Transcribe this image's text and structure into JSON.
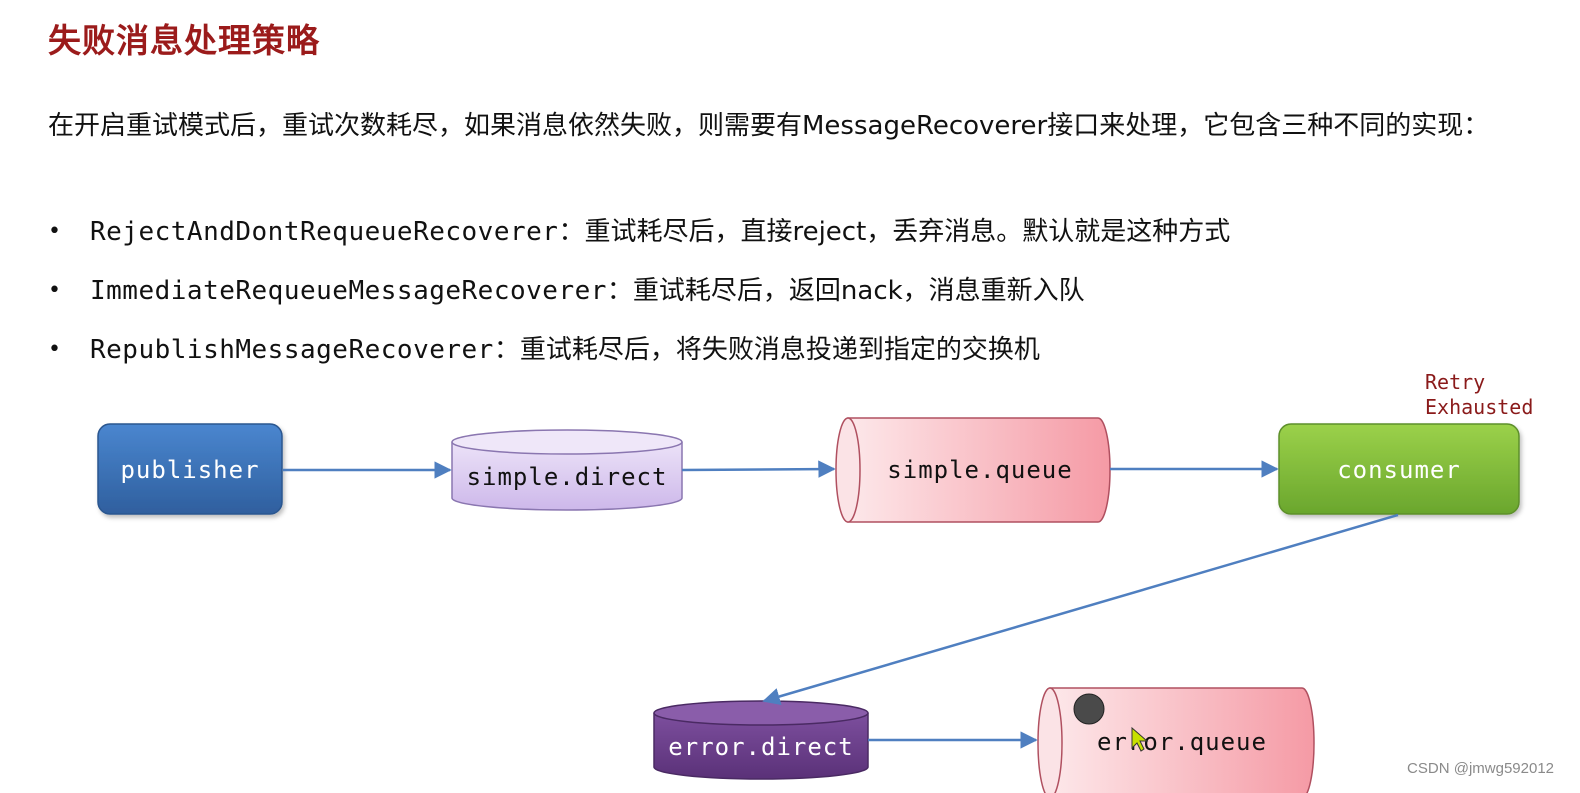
{
  "title": "失败消息处理策略",
  "intro": "在开启重试模式后，重试次数耗尽，如果消息依然失败，则需要有MessageRecoverer接口来处理，它包含三种不同的实现：",
  "bullets": [
    {
      "name": "RejectAndDontRequeueRecoverer",
      "desc": "：重试耗尽后，直接reject，丢弃消息。默认就是这种方式"
    },
    {
      "name": "ImmediateRequeueMessageRecoverer",
      "desc": "：重试耗尽后，返回nack，消息重新入队"
    },
    {
      "name": "RepublishMessageRecoverer",
      "desc": "：重试耗尽后，将失败消息投递到指定的交换机"
    }
  ],
  "bullet_symbol": "•",
  "diagram": {
    "publisher": "publisher",
    "simple_direct": "simple.direct",
    "simple_queue": "simple.queue",
    "consumer": "consumer",
    "error_direct": "error.direct",
    "error_queue": "error.queue",
    "note": "Retry\nExhausted"
  },
  "colors": {
    "title": "#9b1b1b",
    "publisher": "#3f74be",
    "exchange": "#ddd0f0",
    "queue": "#f7a5ae",
    "consumer": "#8cc63f",
    "error_exchange": "#6a3f8a",
    "arrow": "#4f7fc0",
    "note": "#8a1a1a"
  },
  "watermark": "CSDN @jmwg592012"
}
